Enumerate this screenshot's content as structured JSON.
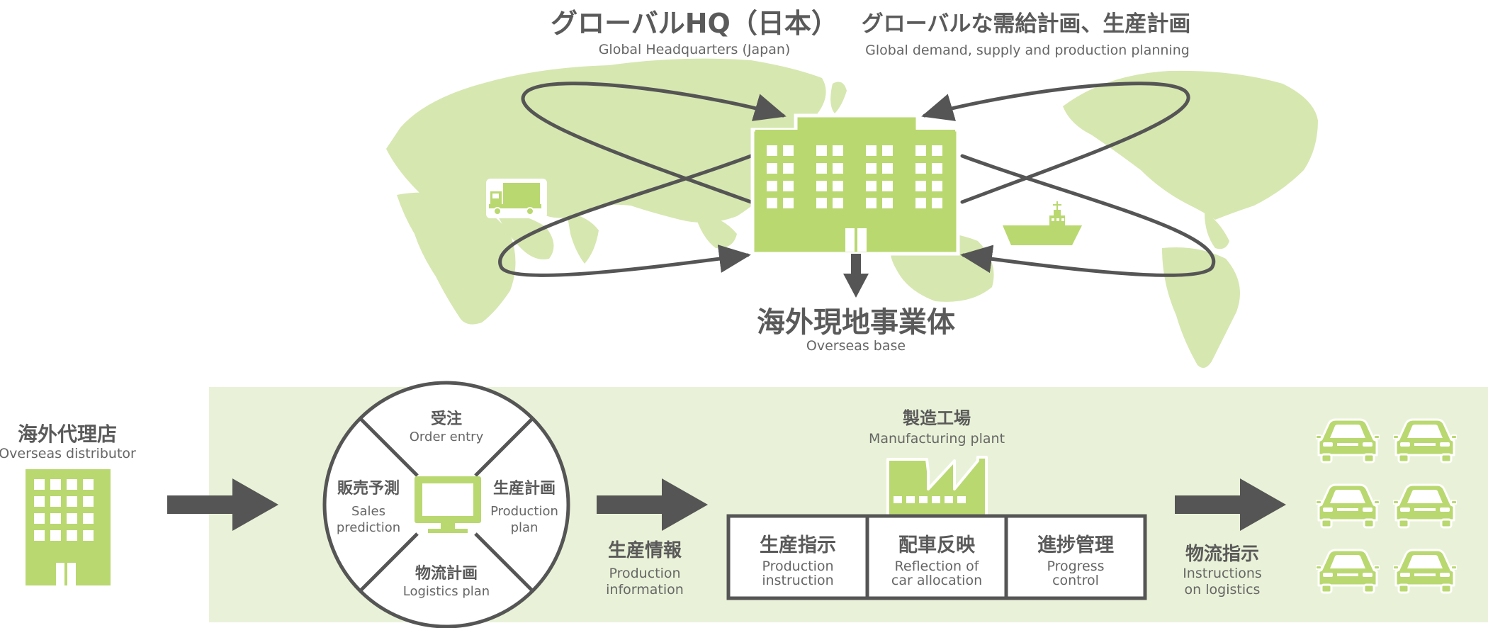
{
  "colors": {
    "green": "#b9d870",
    "map_green": "#d6e7b0",
    "panel_bg": "#e9f2d8",
    "dark": "#555555",
    "text_dark": "#5a5a5a"
  },
  "header": {
    "hq_jp": "グローバルHQ（日本）",
    "hq_en": "Global Headquarters (Japan)",
    "planning_jp": "グローバルな需給計画、生産計画",
    "planning_en": "Global demand, supply and production planning"
  },
  "overseas_base": {
    "jp": "海外現地事業体",
    "en": "Overseas base"
  },
  "distributor": {
    "jp": "海外代理店",
    "en": "Overseas distributor"
  },
  "circle": {
    "top": {
      "jp": "受注",
      "en": "Order entry"
    },
    "left": {
      "jp": "販売予測",
      "en_line1": "Sales",
      "en_line2": "prediction"
    },
    "right": {
      "jp": "生産計画",
      "en_line1": "Production",
      "en_line2": "plan"
    },
    "bottom": {
      "jp": "物流計画",
      "en": "Logistics plan"
    }
  },
  "production_info": {
    "jp": "生産情報",
    "en_line1": "Production",
    "en_line2": "information"
  },
  "plant": {
    "jp": "製造工場",
    "en": "Manufacturing plant"
  },
  "boxes": [
    {
      "jp": "生産指示",
      "en_line1": "Production",
      "en_line2": "instruction"
    },
    {
      "jp": "配車反映",
      "en_line1": "Reflection of",
      "en_line2": "car allocation"
    },
    {
      "jp": "進捗管理",
      "en_line1": "Progress",
      "en_line2": "control"
    }
  ],
  "logistics": {
    "jp": "物流指示",
    "en_line1": "Instructions",
    "en_line2": "on logistics"
  },
  "icons": {
    "hq_building": "building-icon",
    "distributor_building": "building-icon",
    "truck": "truck-icon",
    "ship": "ship-icon",
    "monitor": "monitor-icon",
    "factory": "factory-icon",
    "car": "car-icon"
  }
}
